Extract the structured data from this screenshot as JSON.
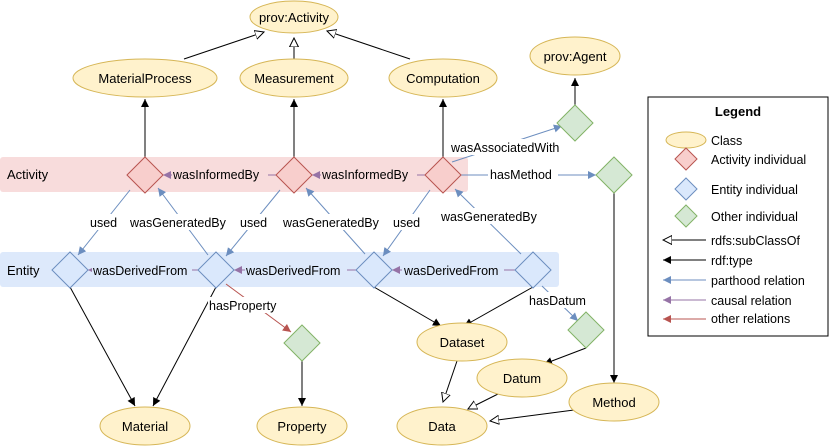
{
  "classes": {
    "prov_activity": "prov:Activity",
    "material_process": "MaterialProcess",
    "measurement": "Measurement",
    "computation": "Computation",
    "prov_agent": "prov:Agent",
    "dataset": "Dataset",
    "datum": "Datum",
    "method": "Method",
    "material": "Material",
    "property": "Property",
    "data": "Data"
  },
  "bands": {
    "activity": "Activity",
    "entity": "Entity"
  },
  "edges": {
    "was_informed_by_1": "wasInformedBy",
    "was_informed_by_2": "wasInformedBy",
    "was_associated_with": "wasAssociatedWith",
    "has_method": "hasMethod",
    "used_1": "used",
    "was_generated_by_1": "wasGeneratedBy",
    "used_2": "used",
    "was_generated_by_2": "wasGeneratedBy",
    "used_3": "used",
    "was_generated_by_3": "wasGeneratedBy",
    "was_derived_from_1": "wasDerivedFrom",
    "was_derived_from_2": "wasDerivedFrom",
    "was_derived_from_3": "wasDerivedFrom",
    "has_property": "hasProperty",
    "has_datum": "hasDatum"
  },
  "legend": {
    "title": "Legend",
    "items": [
      {
        "shape": "ellipse",
        "label": "Class"
      },
      {
        "shape": "diamond-red",
        "label": "Activity individual"
      },
      {
        "shape": "diamond-blue",
        "label": "Entity individual"
      },
      {
        "shape": "diamond-green",
        "label": "Other individual"
      },
      {
        "shape": "arrow-open",
        "label": "rdfs:subClassOf"
      },
      {
        "shape": "arrow-black",
        "label": "rdf:type"
      },
      {
        "shape": "arrow-blue",
        "label": "parthood relation"
      },
      {
        "shape": "arrow-purple",
        "label": "causal relation"
      },
      {
        "shape": "arrow-red",
        "label": "other relations"
      }
    ]
  },
  "colors": {
    "class_fill": "#fff2cc",
    "class_stroke": "#d6b656",
    "activity_fill": "#f8cecc",
    "activity_stroke": "#b85450",
    "entity_fill": "#dae8fc",
    "entity_stroke": "#6c8ebf",
    "other_fill": "#d5e8d4",
    "other_stroke": "#82b366",
    "parthood": "#6c8ebf",
    "causal": "#9673a6",
    "other_relation": "#b85450",
    "activity_band": "#f8dcdc",
    "entity_band": "#dde9fb"
  }
}
